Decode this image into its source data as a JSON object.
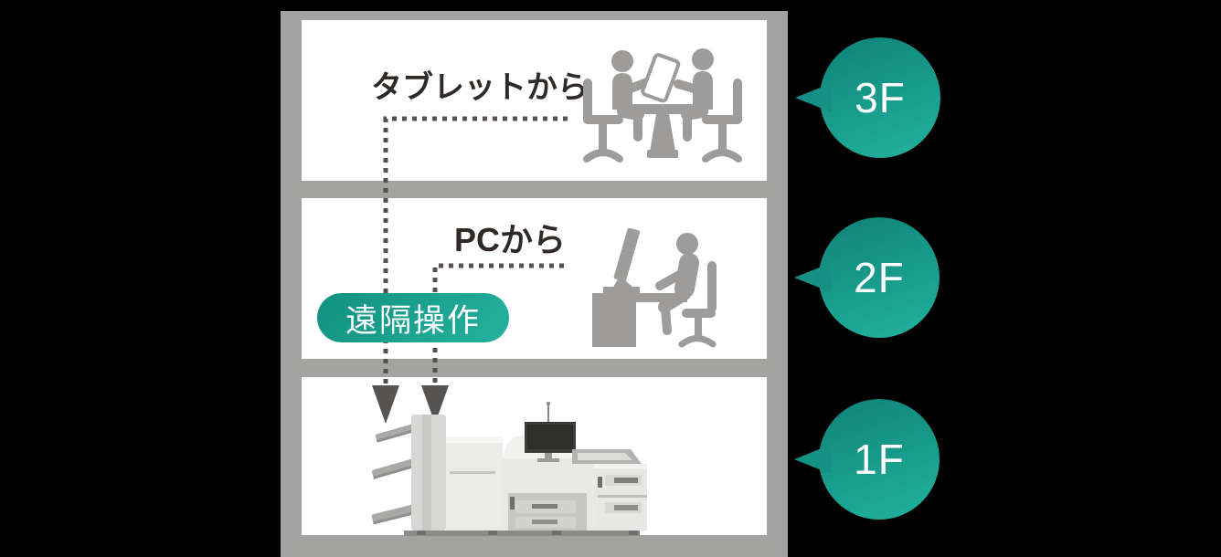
{
  "colors": {
    "background": "#000000",
    "building_frame": "#a3a3a2",
    "floor_panel": "#ffffff",
    "teal_dark": "#0f8579",
    "teal_light": "#21b09d",
    "dash_line": "#55504d",
    "arrow": "#575350",
    "pictogram_gray": "#9d9c9a",
    "caption_text": "#2f2a27"
  },
  "floors": [
    {
      "badge": "3F",
      "caption": "タブレットから",
      "icon": "tablet-meeting-icon"
    },
    {
      "badge": "2F",
      "caption": "PCから",
      "icon": "desktop-user-icon"
    },
    {
      "badge": "1F",
      "caption": "",
      "icon": "production-printer-icon"
    }
  ],
  "remote_badge": {
    "label": "遠隔操作"
  }
}
